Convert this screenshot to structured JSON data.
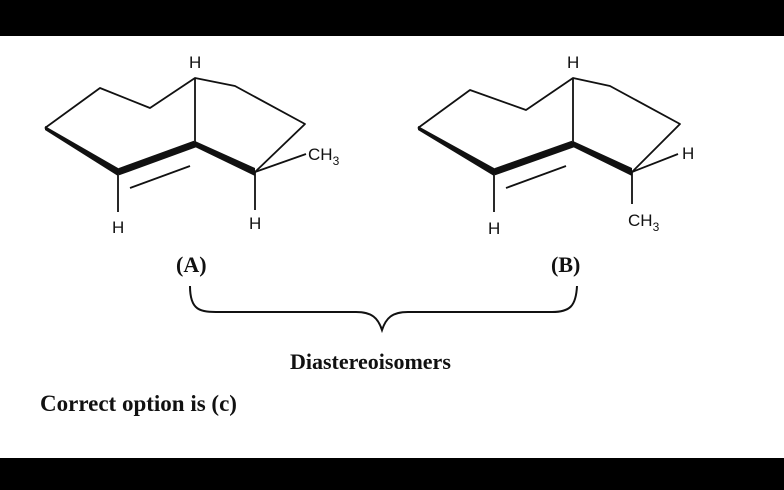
{
  "diagram": {
    "structure_a": {
      "atoms": {
        "h_top": "H",
        "h_left": "H",
        "h_bottom": "H",
        "methyl": "CH",
        "methyl_sub": "3"
      },
      "label": "(A)"
    },
    "structure_b": {
      "atoms": {
        "h_top": "H",
        "h_left": "H",
        "h_right": "H",
        "methyl": "CH",
        "methyl_sub": "3"
      },
      "label": "(B)"
    },
    "relationship_label": "Diastereoisomers",
    "answer_text": "Correct option is (c)"
  }
}
